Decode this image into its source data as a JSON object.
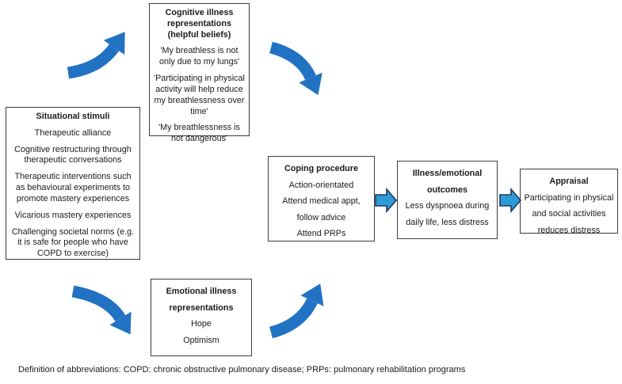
{
  "figure": {
    "boxes": {
      "situational_stimuli": {
        "title": "Situational stimuli",
        "items": [
          "Therapeutic alliance",
          "Cognitive restructuring through therapeutic conversations",
          "Therapeutic interventions such as behavioural experiments to promote mastery experiences",
          "Vicarious mastery experiences",
          "Challenging societal norms (e.g. it is safe for people who have COPD to exercise)"
        ]
      },
      "cognitive_illness_representations": {
        "title": "Cognitive illness representations (helpful beliefs)",
        "items": [
          "'My breathless is not only due to my lungs'",
          "'Participating in physical activity will help reduce my breathlessness over time'",
          "'My breathlessness is not dangerous'"
        ]
      },
      "emotional_illness_representations": {
        "title": "Emotional illness representations",
        "items": [
          "Hope",
          "Optimism"
        ]
      },
      "coping_procedure": {
        "title": "Coping procedure",
        "items": [
          "Action-orientated",
          "Attend medical appt, follow advice",
          "Attend PRPs"
        ]
      },
      "illness_emotional_outcomes": {
        "title": "Illness/emotional outcomes",
        "items": [
          "Less dyspnoea during daily life, less distress"
        ]
      },
      "appraisal": {
        "title": "Appraisal",
        "items": [
          "Participating in physical and social activities reduces distress"
        ]
      }
    },
    "caption": "Definition of abbreviations: COPD: chronic obstructive pulmonary disease; PRPs: pulmonary rehabilitation programs",
    "colors": {
      "curved_arrow": "#2272C4",
      "block_arrow_fill": "#2E9BD6",
      "block_arrow_border": "#1F3864"
    }
  }
}
